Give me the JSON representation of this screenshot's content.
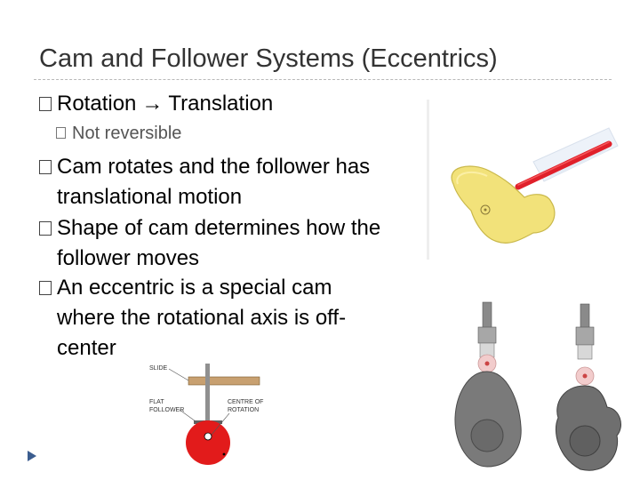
{
  "slide": {
    "title": "Cam and Follower Systems (Eccentrics)",
    "bullets": [
      {
        "label": "Rotation",
        "arrow": "→",
        "label2": "Translation"
      },
      {
        "label": "Not reversible"
      },
      {
        "line1": "Cam rotates and the follower has",
        "line2": "translational motion"
      },
      {
        "line1": "Shape of cam determines how the",
        "line2": "follower moves"
      },
      {
        "line1": "An eccentric is a special cam",
        "line2": "where the rotational axis is off-",
        "line3": "center"
      }
    ]
  },
  "diagram": {
    "slide_label": "SLIDE",
    "flat_follower_label_1": "FLAT",
    "flat_follower_label_2": "FOLLOWER",
    "centre_label_1": "CENTRE OF",
    "centre_label_2": "ROTATION"
  },
  "colors": {
    "title": "#333333",
    "cam_yellow": "#f2e27a",
    "follower_red": "#e0202a",
    "cam_gray": "#777777",
    "cam_red": "#e21b1b",
    "nav_arrow": "#3b5d8f"
  }
}
